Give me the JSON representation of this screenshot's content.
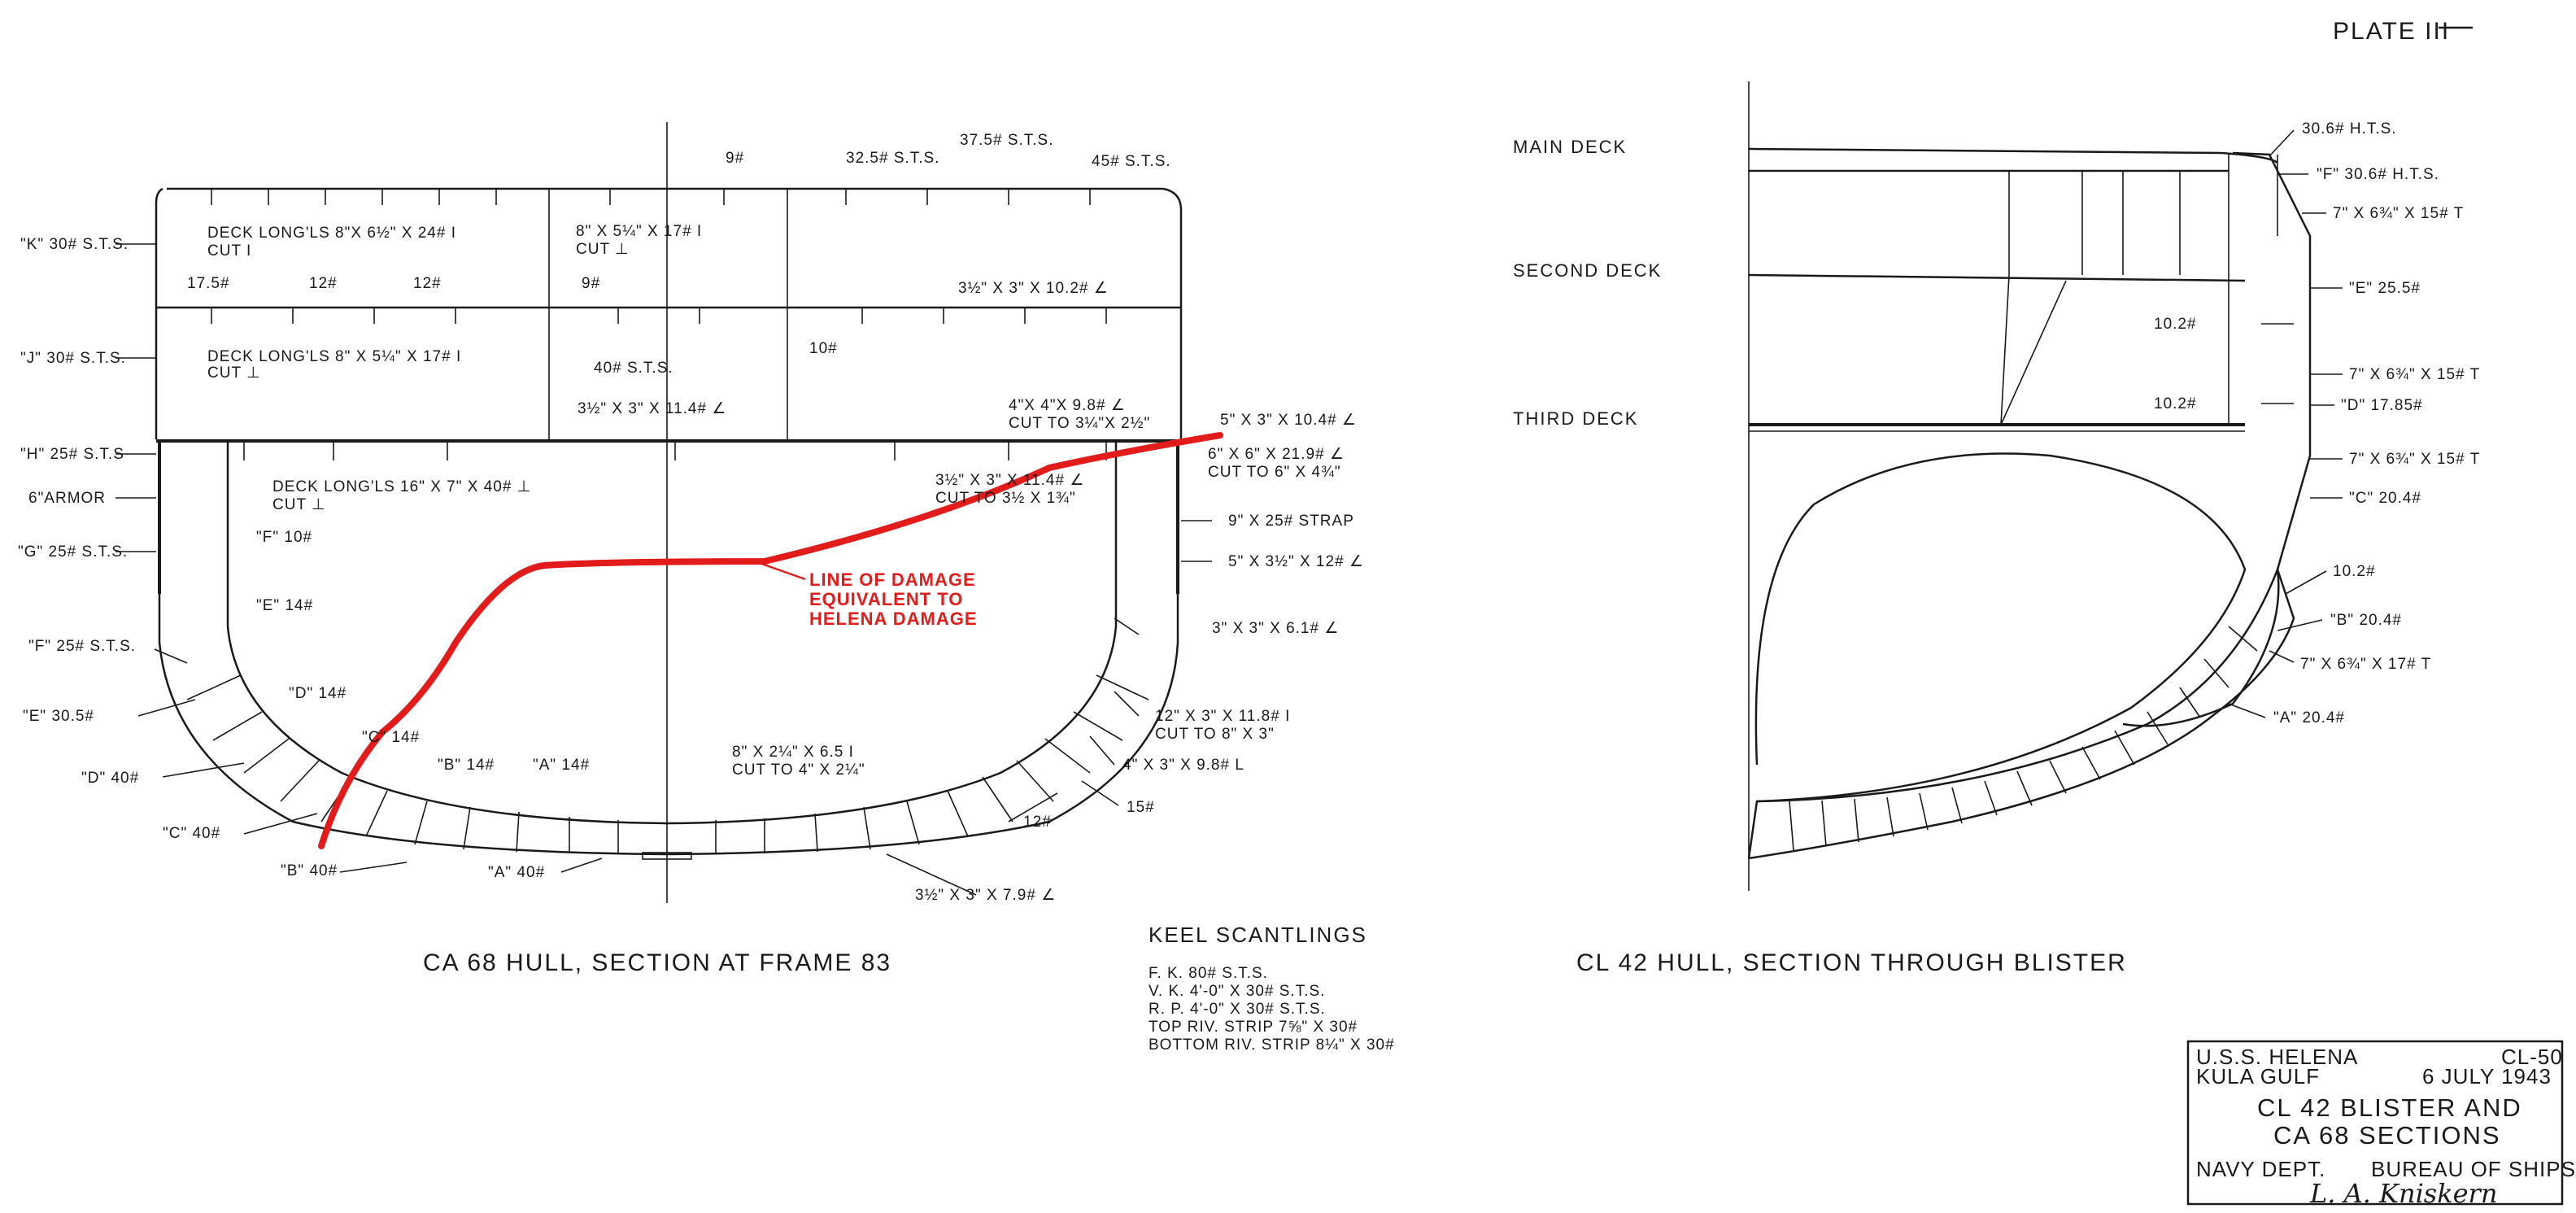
{
  "plate_label": "PLATE III",
  "ca68": {
    "caption": "CA 68 HULL, SECTION AT FRAME 83",
    "labels": [
      {
        "id": "k30",
        "text": "\"K\" 30# S.T.S."
      },
      {
        "id": "deck1a",
        "text": "DECK LONG'LS 8\"X 6½\" X 24# I"
      },
      {
        "id": "deck1b",
        "text": "CUT I"
      },
      {
        "id": "b8",
        "text": "8\" X 5¼\" X 17# I"
      },
      {
        "id": "b8b",
        "text": "CUT ⊥"
      },
      {
        "id": "n9top",
        "text": "9#"
      },
      {
        "id": "n325",
        "text": "32.5# S.T.S."
      },
      {
        "id": "n375",
        "text": "37.5# S.T.S."
      },
      {
        "id": "n45",
        "text": "45# S.T.S."
      },
      {
        "id": "n175",
        "text": "17.5#"
      },
      {
        "id": "n12a",
        "text": "12#"
      },
      {
        "id": "n12b",
        "text": "12#"
      },
      {
        "id": "n9b",
        "text": "9#"
      },
      {
        "id": "ang35",
        "text": "3½\" X 3\" X 10.2# ∠"
      },
      {
        "id": "j30",
        "text": "\"J\" 30# S.T.S."
      },
      {
        "id": "deck2a",
        "text": "DECK LONG'LS 8\" X 5¼\" X 17# I"
      },
      {
        "id": "deck2b",
        "text": "CUT ⊥"
      },
      {
        "id": "n10",
        "text": "10#"
      },
      {
        "id": "n40sts",
        "text": "40# S.T.S."
      },
      {
        "id": "ang114",
        "text": "3½\" X 3\" X 11.4# ∠"
      },
      {
        "id": "ang44a",
        "text": "4\"X 4\"X 9.8# ∠"
      },
      {
        "id": "ang44b",
        "text": "CUT TO 3¼\"X 2½\""
      },
      {
        "id": "ang53",
        "text": "5\" X 3\" X 10.4# ∠"
      },
      {
        "id": "h25",
        "text": "\"H\" 25# S.T.S"
      },
      {
        "id": "armor",
        "text": "6\"ARMOR"
      },
      {
        "id": "deck3a",
        "text": "DECK LONG'LS 16\" X 7\" X 40# ⊥"
      },
      {
        "id": "deck3b",
        "text": "CUT ⊥"
      },
      {
        "id": "ang35b",
        "text": "3½\" X 3\" X 11.4# ∠"
      },
      {
        "id": "ang35c",
        "text": "CUT TO 3½ X 1¾\""
      },
      {
        "id": "ang66a",
        "text": "6\" X 6\" X 21.9# ∠"
      },
      {
        "id": "ang66b",
        "text": "CUT TO 6\" X 4¾\""
      },
      {
        "id": "f10",
        "text": "\"F\" 10#"
      },
      {
        "id": "g25",
        "text": "\"G\" 25# S.T.S."
      },
      {
        "id": "strap",
        "text": "9\" X 25# STRAP"
      },
      {
        "id": "ang5",
        "text": "5\" X 3½\" X 12# ∠"
      },
      {
        "id": "e14",
        "text": "\"E\" 14#"
      },
      {
        "id": "f25",
        "text": "\"F\" 25# S.T.S."
      },
      {
        "id": "ang33",
        "text": "3\" X 3\" X 6.1# ∠"
      },
      {
        "id": "d14",
        "text": "\"D\" 14#"
      },
      {
        "id": "e305",
        "text": "\"E\" 30.5#"
      },
      {
        "id": "c14",
        "text": "\"C\" 14#"
      },
      {
        "id": "b14",
        "text": "\"B\" 14#"
      },
      {
        "id": "a14",
        "text": "\"A\" 14#"
      },
      {
        "id": "d40",
        "text": "\"D\" 40#"
      },
      {
        "id": "c40",
        "text": "\"C\" 40#"
      },
      {
        "id": "b40",
        "text": "\"B\" 40#"
      },
      {
        "id": "a40",
        "text": "\"A\" 40#"
      },
      {
        "id": "b82a",
        "text": "8\" X 2¼\" X 6.5 I"
      },
      {
        "id": "b82b",
        "text": "CUT TO 4\" X 2¼\""
      },
      {
        "id": "b12a",
        "text": "12\" X 3\" X 11.8# I"
      },
      {
        "id": "b12b",
        "text": "CUT TO 8\" X 3\""
      },
      {
        "id": "ang43",
        "text": "4\" X 3\" X 9.8# L"
      },
      {
        "id": "n15",
        "text": "15#"
      },
      {
        "id": "n12c",
        "text": "12#"
      },
      {
        "id": "ang35d",
        "text": "3½\" X 3\" X 7.9# ∠"
      }
    ],
    "damage": [
      "LINE OF DAMAGE",
      "EQUIVALENT TO",
      "HELENA DAMAGE"
    ]
  },
  "keel": {
    "title": "KEEL SCANTLINGS",
    "rows": [
      "F. K.  80# S.T.S.",
      "V. K.  4'-0\" X 30# S.T.S.",
      "R. P.  4'-0\" X 30# S.T.S.",
      "TOP RIV. STRIP  7⅝\" X 30#",
      "BOTTOM RIV. STRIP  8¼\" X 30#"
    ]
  },
  "cl42": {
    "caption": "CL 42 HULL, SECTION THROUGH BLISTER",
    "decks": [
      "MAIN DECK",
      "SECOND DECK",
      "THIRD DECK"
    ],
    "labels": [
      {
        "id": "r306",
        "text": "30.6# H.T.S."
      },
      {
        "id": "rf306",
        "text": "\"F\" 30.6# H.T.S."
      },
      {
        "id": "r7a",
        "text": "7\" X 6¾\" X 15# T"
      },
      {
        "id": "re255",
        "text": "\"E\" 25.5#"
      },
      {
        "id": "r102a",
        "text": "10.2#"
      },
      {
        "id": "r7b",
        "text": "7\" X 6¾\" X 15# T"
      },
      {
        "id": "r102b",
        "text": "10.2#"
      },
      {
        "id": "rd1785",
        "text": "\"D\" 17.85#"
      },
      {
        "id": "r7c",
        "text": "7\" X 6¾\" X 15# T"
      },
      {
        "id": "rc204",
        "text": "\"C\" 20.4#"
      },
      {
        "id": "r102c",
        "text": "10.2#"
      },
      {
        "id": "rb204",
        "text": "\"B\" 20.4#"
      },
      {
        "id": "r7d",
        "text": "7\" X 6¾\" X 17# T"
      },
      {
        "id": "ra204",
        "text": "\"A\" 20.4#"
      }
    ]
  },
  "title_block": {
    "ship": "U.S.S. HELENA",
    "hull": "CL-50",
    "location": "KULA GULF",
    "date": "6 JULY 1943",
    "title1": "CL 42 BLISTER AND",
    "title2": "CA 68 SECTIONS",
    "dept": "NAVY DEPT.",
    "bureau": "BUREAU OF SHIPS",
    "signature": "L. A. Kniskern"
  }
}
